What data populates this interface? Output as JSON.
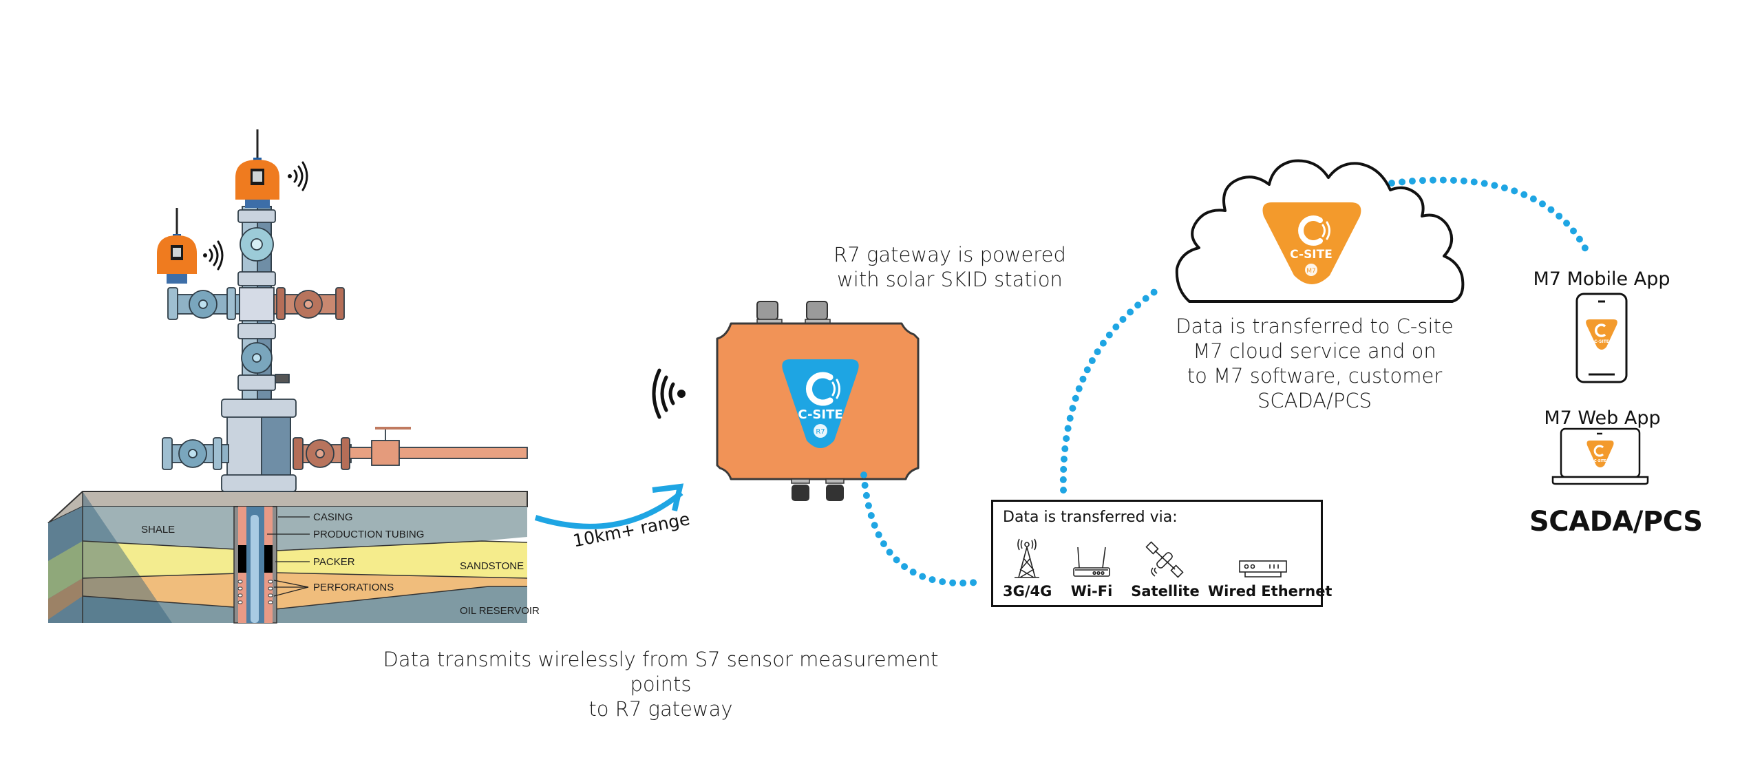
{
  "colors": {
    "accent_blue": "#1ea5e3",
    "gateway_orange": "#f19357",
    "brand_orange": "#f39a2c",
    "outline": "#2d2d2d"
  },
  "wellhead": {
    "layers": [
      {
        "label": "SHALE"
      },
      {
        "label": "SANDSTONE"
      },
      {
        "label": "OIL RESERVOIR"
      }
    ],
    "well_labels": [
      "CASING",
      "PRODUCTION TUBING",
      "PACKER",
      "PERFORATIONS"
    ],
    "sensor_name": "S7 sensor"
  },
  "range_label": "10km+ range",
  "bottom_caption": {
    "line1": "Data transmits wirelessly from S7 sensor measurement points",
    "line2": "to R7 gateway"
  },
  "gateway": {
    "caption_line1": "R7 gateway is powered",
    "caption_line2": "with solar SKID station",
    "logo_text": "C-SITE",
    "badge": "R7"
  },
  "transfer_box": {
    "title": "Data is transferred via:",
    "options": [
      {
        "label": "3G/4G",
        "icon": "cell-tower-icon"
      },
      {
        "label": "Wi-Fi",
        "icon": "wifi-router-icon"
      },
      {
        "label": "Satellite",
        "icon": "satellite-icon"
      },
      {
        "label": "Wired Ethernet",
        "icon": "ethernet-switch-icon"
      }
    ]
  },
  "cloud": {
    "logo_text": "C-SITE",
    "badge": "M7",
    "caption": [
      "Data is transferred to C-site",
      "M7 cloud service and on",
      "to M7 software, customer",
      "SCADA/PCS"
    ]
  },
  "apps": {
    "mobile_label": "M7 Mobile App",
    "web_label": "M7 Web App",
    "logo_text": "C-SITE",
    "scada_label": "SCADA/PCS"
  }
}
